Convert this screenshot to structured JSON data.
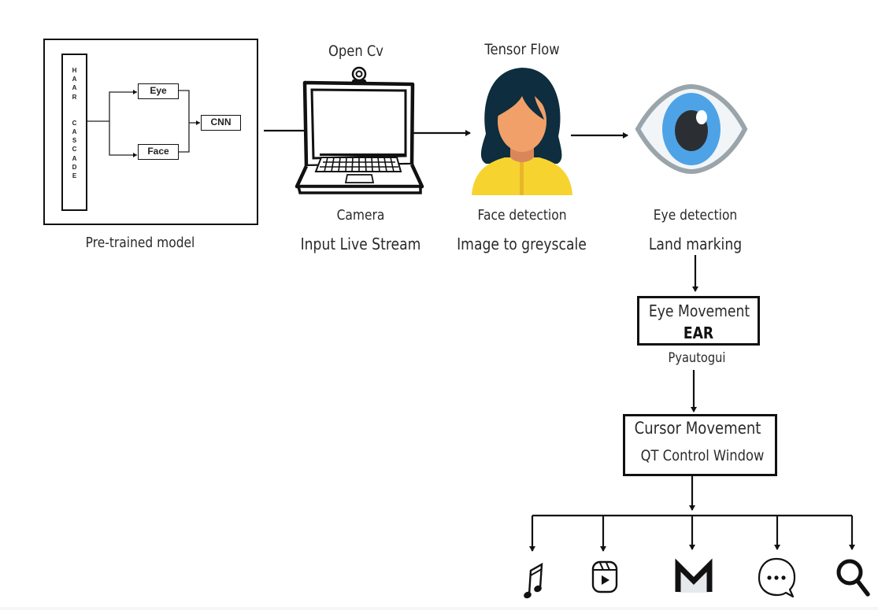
{
  "pretrained": {
    "haar_letters": [
      "H",
      "A",
      "A",
      "R",
      "",
      "C",
      "A",
      "S",
      "C",
      "A",
      "D",
      "E"
    ],
    "eye_label": "Eye",
    "face_label": "Face",
    "cnn_label": "CNN",
    "caption": "Pre-trained model"
  },
  "camera": {
    "top_label": "Open Cv",
    "caption1": "Camera",
    "caption2": "Input Live Stream",
    "icon": "laptop-webcam-icon"
  },
  "face": {
    "top_label": "Tensor Flow",
    "caption1": "Face detection",
    "caption2": "Image to greyscale",
    "icon": "person-avatar-icon",
    "colors": {
      "hair": "#0e2d3e",
      "skin": "#f0a068",
      "neck": "#d9875a",
      "shirt": "#f7d330",
      "shirt_seam": "#e8b628"
    }
  },
  "eye": {
    "caption1": "Eye detection",
    "caption2": "Land marking",
    "icon": "eye-icon",
    "colors": {
      "outline": "#9aa4ab",
      "white": "#f1f5f8",
      "iris": "#4ea3e6",
      "pupil": "#2b2f33"
    }
  },
  "eye_movement": {
    "title": "Eye Movement",
    "subtitle": "EAR",
    "connector_label": "Pyautogui"
  },
  "cursor": {
    "title": "Cursor Movement",
    "subtitle": "QT Control Window"
  },
  "outputs": [
    {
      "icon": "music-note-icon"
    },
    {
      "icon": "video-reels-icon"
    },
    {
      "icon": "gmail-icon"
    },
    {
      "icon": "chat-bubble-icon"
    },
    {
      "icon": "search-icon"
    }
  ]
}
